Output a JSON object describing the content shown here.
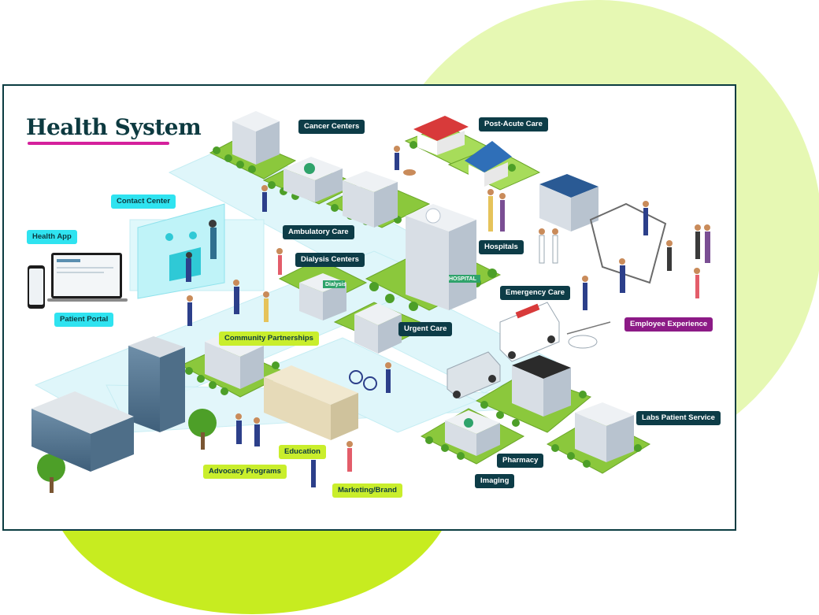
{
  "title": "Health System",
  "colors": {
    "frame_border": "#0b3c41",
    "title_underline": "#d5219c",
    "tag_dark": "#0d3c47",
    "tag_cyan": "#2fe3f0",
    "tag_lime": "#c9ee2c",
    "tag_purple": "#8c1a86"
  },
  "labels": {
    "cancer_centers": "Cancer Centers",
    "post_acute_care": "Post-Acute Care",
    "contact_center": "Contact Center",
    "health_app": "Health App",
    "ambulatory_care": "Ambulatory Care",
    "dialysis_centers": "Dialysis Centers",
    "hospitals": "Hospitals",
    "patient_portal": "Patient Portal",
    "emergency_care": "Emergency Care",
    "employee_experience": "Employee Experience",
    "urgent_care": "Urgent Care",
    "community_partnerships": "Community Partnerships",
    "labs_patient_service": "Labs Patient Service",
    "education": "Education",
    "pharmacy": "Pharmacy",
    "advocacy_programs": "Advocacy Programs",
    "imaging": "Imaging",
    "marketing_brand": "Marketing/Brand"
  },
  "signs": {
    "hospital": "HOSPITAL",
    "dialysis": "Dialysis",
    "ambulance": "AMBULANCE"
  }
}
